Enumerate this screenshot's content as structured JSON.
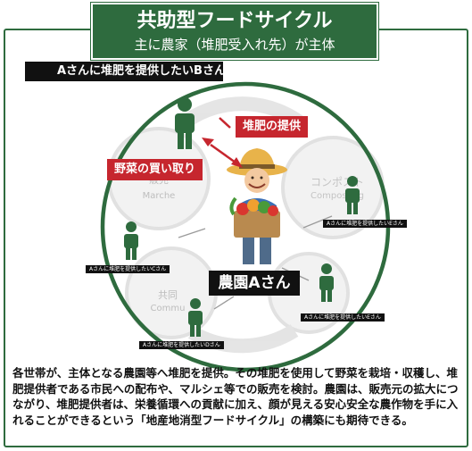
{
  "header": {
    "title": "共助型フードサイクル",
    "subtitle": "主に農家（堆肥受入れ先）が主体"
  },
  "diagram": {
    "top_label": "Aさんに堆肥を提供したいBさん",
    "compost_label": "堆肥の提供",
    "veg_label": "野菜の買い取り",
    "farm_label": "農園Aさん",
    "c_label": "Aさんに堆肥を提供したいCさん",
    "d_label": "Aさんに堆肥を提供したいDさん",
    "e_label": "Aさんに堆肥を提供したいEさん",
    "f_label": "Aさんに堆肥を提供したいEさん",
    "marche_jp": "販売",
    "marche_en": "Marche",
    "compost_jp": "コンポスト",
    "compost_en": "Composting",
    "commu_jp": "共同",
    "commu_en": "Commu"
  },
  "footer": {
    "text": "各世帯が、主体となる農園等へ堆肥を提供。その堆肥を使用して野菜を栽培・収穫し、堆肥提供者である市民への配布や、マルシェ等での販売を検討。農園は、販売元の拡大につながり、堆肥提供者は、栄養循環への貢献に加え、顔が見える安心安全な農作物を手に入れることができるという「地産地消型フードサイクル」の構築にも期待できる。"
  },
  "colors": {
    "green": "#2e6b3e",
    "red": "#c6262e",
    "black": "#111111",
    "gray": "#cfcfcf"
  }
}
